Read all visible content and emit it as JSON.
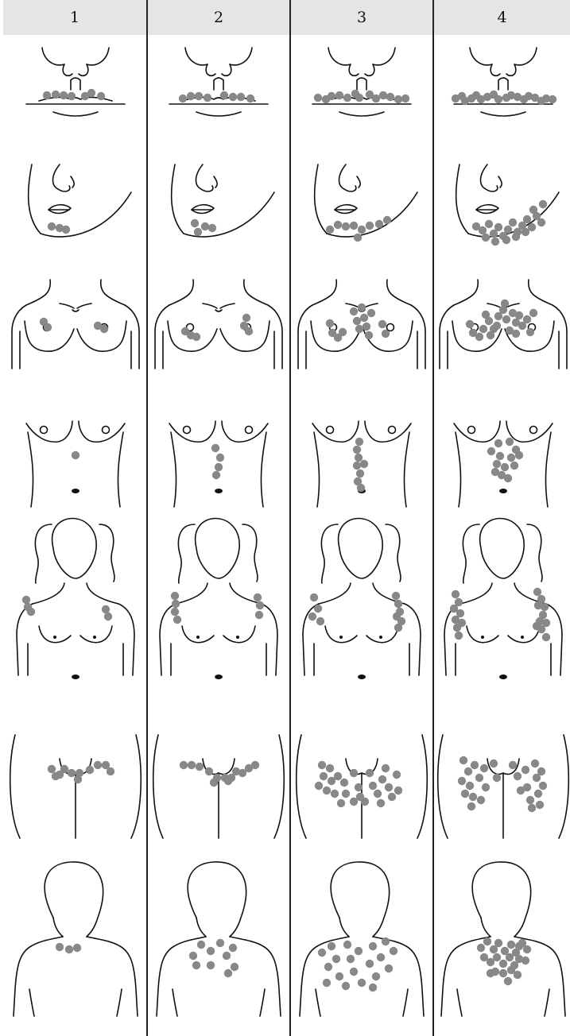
{
  "grades": [
    {
      "label": "1"
    },
    {
      "label": "2"
    },
    {
      "label": "3"
    },
    {
      "label": "4"
    }
  ],
  "regions": [
    {
      "id": "upper-lip",
      "spots": [
        [
          [
            -36,
            5
          ],
          [
            -25,
            4
          ],
          [
            -15,
            5
          ],
          [
            -5,
            6
          ],
          [
            12,
            6
          ],
          [
            20,
            2
          ],
          [
            32,
            6
          ]
        ],
        [
          [
            -45,
            9
          ],
          [
            -35,
            6
          ],
          [
            -25,
            6
          ],
          [
            -14,
            8
          ],
          [
            7,
            5
          ],
          [
            18,
            7
          ],
          [
            28,
            7
          ],
          [
            40,
            9
          ]
        ],
        [
          [
            -55,
            8
          ],
          [
            -45,
            10
          ],
          [
            -38,
            6
          ],
          [
            -28,
            5
          ],
          [
            -18,
            8
          ],
          [
            -8,
            3
          ],
          [
            -3,
            8
          ],
          [
            10,
            4
          ],
          [
            18,
            9
          ],
          [
            27,
            5
          ],
          [
            36,
            7
          ],
          [
            46,
            10
          ],
          [
            55,
            9
          ]
        ],
        [
          [
            -60,
            9
          ],
          [
            -52,
            6
          ],
          [
            -48,
            12
          ],
          [
            -40,
            9
          ],
          [
            -34,
            5
          ],
          [
            -28,
            10
          ],
          [
            -20,
            7
          ],
          [
            -12,
            4
          ],
          [
            -6,
            10
          ],
          [
            4,
            8
          ],
          [
            10,
            5
          ],
          [
            18,
            7
          ],
          [
            26,
            10
          ],
          [
            32,
            6
          ],
          [
            40,
            8
          ],
          [
            48,
            12
          ],
          [
            54,
            9
          ],
          [
            62,
            10
          ]
        ]
      ]
    },
    {
      "id": "chin",
      "spots": [
        [
          [
            -30,
            23
          ],
          [
            -20,
            25
          ],
          [
            -12,
            27
          ]
        ],
        [
          [
            -30,
            19
          ],
          [
            -26,
            30
          ],
          [
            -17,
            23
          ],
          [
            -8,
            25
          ]
        ],
        [
          [
            -40,
            27
          ],
          [
            -30,
            21
          ],
          [
            -20,
            23
          ],
          [
            -10,
            22
          ],
          [
            0,
            27
          ],
          [
            10,
            22
          ],
          [
            22,
            20
          ],
          [
            32,
            15
          ],
          [
            -5,
            37
          ]
        ],
        [
          [
            -34,
            23
          ],
          [
            -26,
            28
          ],
          [
            -18,
            20
          ],
          [
            -12,
            32
          ],
          [
            -6,
            24
          ],
          [
            0,
            35
          ],
          [
            6,
            27
          ],
          [
            12,
            18
          ],
          [
            18,
            30
          ],
          [
            24,
            22
          ],
          [
            30,
            14
          ],
          [
            36,
            24
          ],
          [
            42,
            10
          ],
          [
            48,
            18
          ],
          [
            -22,
            37
          ],
          [
            -10,
            42
          ],
          [
            4,
            40
          ],
          [
            16,
            36
          ],
          [
            28,
            30
          ],
          [
            38,
            2
          ],
          [
            50,
            -5
          ]
        ]
      ]
    },
    {
      "id": "chest",
      "spots": [
        [
          [
            -40,
            -7
          ],
          [
            -35,
            0
          ],
          [
            28,
            -2
          ],
          [
            36,
            2
          ]
        ],
        [
          [
            -42,
            5
          ],
          [
            -35,
            10
          ],
          [
            -28,
            12
          ],
          [
            35,
            -12
          ],
          [
            32,
            -2
          ],
          [
            38,
            5
          ]
        ],
        [
          [
            -40,
            -5
          ],
          [
            -37,
            7
          ],
          [
            -30,
            13
          ],
          [
            -24,
            6
          ],
          [
            -10,
            -20
          ],
          [
            -6,
            -8
          ],
          [
            -3,
            2
          ],
          [
            0,
            -25
          ],
          [
            3,
            -12
          ],
          [
            6,
            -1
          ],
          [
            9,
            10
          ],
          [
            12,
            -18
          ],
          [
            26,
            -4
          ],
          [
            30,
            8
          ]
        ],
        [
          [
            -42,
            -4
          ],
          [
            -38,
            7
          ],
          [
            -30,
            12
          ],
          [
            -25,
            2
          ],
          [
            -18,
            -8
          ],
          [
            -12,
            2
          ],
          [
            -6,
            -14
          ],
          [
            0,
            -22
          ],
          [
            4,
            -10
          ],
          [
            8,
            4
          ],
          [
            12,
            -18
          ],
          [
            16,
            -6
          ],
          [
            20,
            -15
          ],
          [
            24,
            -2
          ],
          [
            30,
            -10
          ],
          [
            34,
            6
          ],
          [
            -22,
            -16
          ],
          [
            -8,
            -2
          ],
          [
            2,
            -30
          ],
          [
            -16,
            10
          ],
          [
            38,
            -18
          ],
          [
            16,
            8
          ]
        ]
      ]
    },
    {
      "id": "abdomen",
      "spots": [
        [
          [
            0,
            -5
          ]
        ],
        [
          [
            -4,
            -14
          ],
          [
            2,
            -2
          ],
          [
            0,
            10
          ],
          [
            -3,
            20
          ]
        ],
        [
          [
            -3,
            -22
          ],
          [
            -6,
            -12
          ],
          [
            -4,
            -2
          ],
          [
            -6,
            8
          ],
          [
            -2,
            18
          ],
          [
            -5,
            28
          ],
          [
            -1,
            36
          ],
          [
            3,
            6
          ]
        ],
        [
          [
            -15,
            -10
          ],
          [
            -6,
            -20
          ],
          [
            8,
            -22
          ],
          [
            16,
            -12
          ],
          [
            10,
            -2
          ],
          [
            -4,
            -4
          ],
          [
            -8,
            6
          ],
          [
            2,
            10
          ],
          [
            14,
            8
          ],
          [
            20,
            -5
          ],
          [
            -2,
            20
          ],
          [
            6,
            24
          ],
          [
            -10,
            16
          ]
        ]
      ]
    },
    {
      "id": "arms-underarms",
      "spots": [
        [
          [
            -62,
            -15
          ],
          [
            -60,
            -6
          ],
          [
            -56,
            0
          ],
          [
            38,
            -3
          ],
          [
            41,
            6
          ]
        ],
        [
          [
            -55,
            -20
          ],
          [
            -54,
            -10
          ],
          [
            -55,
            0
          ],
          [
            -52,
            10
          ],
          [
            49,
            -18
          ],
          [
            52,
            -8
          ],
          [
            51,
            4
          ]
        ],
        [
          [
            -60,
            -18
          ],
          [
            -55,
            -4
          ],
          [
            -62,
            6
          ],
          [
            -52,
            12
          ],
          [
            43,
            -20
          ],
          [
            46,
            -10
          ],
          [
            48,
            0
          ],
          [
            44,
            6
          ],
          [
            50,
            12
          ],
          [
            46,
            20
          ]
        ],
        [
          [
            -60,
            -22
          ],
          [
            -56,
            -12
          ],
          [
            -62,
            -4
          ],
          [
            -54,
            2
          ],
          [
            -60,
            10
          ],
          [
            -52,
            14
          ],
          [
            -58,
            20
          ],
          [
            -56,
            30
          ],
          [
            43,
            -25
          ],
          [
            48,
            -16
          ],
          [
            52,
            -6
          ],
          [
            44,
            -8
          ],
          [
            50,
            4
          ],
          [
            46,
            12
          ],
          [
            54,
            14
          ],
          [
            48,
            22
          ],
          [
            54,
            32
          ],
          [
            42,
            18
          ]
        ]
      ]
    },
    {
      "id": "thighs",
      "spots": [
        [
          [
            -30,
            -17
          ],
          [
            -20,
            -10
          ],
          [
            -14,
            -17
          ],
          [
            -5,
            -12
          ],
          [
            5,
            -12
          ],
          [
            3,
            -4
          ],
          [
            18,
            -16
          ],
          [
            28,
            -22
          ],
          [
            38,
            -22
          ],
          [
            44,
            -14
          ],
          [
            -25,
            -8
          ]
        ],
        [
          [
            -44,
            -22
          ],
          [
            -34,
            -22
          ],
          [
            -24,
            -20
          ],
          [
            -12,
            -14
          ],
          [
            -2,
            -6
          ],
          [
            8,
            -6
          ],
          [
            12,
            -2
          ],
          [
            16,
            -6
          ],
          [
            22,
            -14
          ],
          [
            30,
            -12
          ],
          [
            38,
            -18
          ],
          [
            46,
            -22
          ],
          [
            -6,
            0
          ]
        ],
        [
          [
            -50,
            -22
          ],
          [
            -48,
            -8
          ],
          [
            -40,
            -18
          ],
          [
            -38,
            -2
          ],
          [
            -44,
            10
          ],
          [
            -34,
            14
          ],
          [
            -30,
            -8
          ],
          [
            -22,
            0
          ],
          [
            -20,
            14
          ],
          [
            -10,
            -12
          ],
          [
            -4,
            6
          ],
          [
            -2,
            18
          ],
          [
            10,
            -12
          ],
          [
            14,
            4
          ],
          [
            20,
            14
          ],
          [
            26,
            -4
          ],
          [
            30,
            -18
          ],
          [
            34,
            6
          ],
          [
            38,
            18
          ],
          [
            44,
            -10
          ],
          [
            46,
            10
          ],
          [
            -54,
            4
          ],
          [
            -26,
            26
          ],
          [
            -10,
            24
          ],
          [
            4,
            24
          ],
          [
            24,
            26
          ]
        ],
        [
          [
            -50,
            -28
          ],
          [
            -44,
            -14
          ],
          [
            -52,
            -2
          ],
          [
            -42,
            4
          ],
          [
            -48,
            14
          ],
          [
            -36,
            -22
          ],
          [
            -30,
            -6
          ],
          [
            -38,
            18
          ],
          [
            -24,
            -18
          ],
          [
            -22,
            6
          ],
          [
            -28,
            22
          ],
          [
            -12,
            -24
          ],
          [
            -8,
            -6
          ],
          [
            12,
            -22
          ],
          [
            18,
            -8
          ],
          [
            22,
            10
          ],
          [
            28,
            -16
          ],
          [
            30,
            6
          ],
          [
            34,
            22
          ],
          [
            40,
            -24
          ],
          [
            42,
            -6
          ],
          [
            44,
            14
          ],
          [
            48,
            -14
          ],
          [
            50,
            4
          ],
          [
            46,
            28
          ],
          [
            36,
            32
          ],
          [
            -40,
            30
          ]
        ]
      ]
    },
    {
      "id": "upper-back",
      "spots": [
        [
          [
            -20,
            7
          ],
          [
            -8,
            10
          ],
          [
            2,
            8
          ]
        ],
        [
          [
            -32,
            18
          ],
          [
            -22,
            4
          ],
          [
            -10,
            12
          ],
          [
            2,
            2
          ],
          [
            10,
            18
          ],
          [
            18,
            8
          ],
          [
            -10,
            30
          ],
          [
            -28,
            30
          ],
          [
            12,
            40
          ],
          [
            20,
            32
          ]
        ],
        [
          [
            -50,
            14
          ],
          [
            -42,
            32
          ],
          [
            -38,
            6
          ],
          [
            -32,
            22
          ],
          [
            -28,
            44
          ],
          [
            -18,
            4
          ],
          [
            -14,
            22
          ],
          [
            -10,
            38
          ],
          [
            -4,
            12
          ],
          [
            0,
            52
          ],
          [
            10,
            28
          ],
          [
            14,
            6
          ],
          [
            18,
            44
          ],
          [
            24,
            20
          ],
          [
            30,
            0
          ],
          [
            34,
            34
          ],
          [
            40,
            12
          ],
          [
            -20,
            56
          ],
          [
            14,
            58
          ],
          [
            -44,
            52
          ]
        ],
        [
          [
            -28,
            8
          ],
          [
            -20,
            0
          ],
          [
            -12,
            10
          ],
          [
            -6,
            2
          ],
          [
            2,
            12
          ],
          [
            10,
            4
          ],
          [
            16,
            14
          ],
          [
            24,
            2
          ],
          [
            30,
            10
          ],
          [
            -24,
            20
          ],
          [
            -16,
            26
          ],
          [
            -8,
            20
          ],
          [
            0,
            28
          ],
          [
            8,
            20
          ],
          [
            14,
            30
          ],
          [
            20,
            22
          ],
          [
            28,
            24
          ],
          [
            -10,
            38
          ],
          [
            0,
            40
          ],
          [
            10,
            36
          ],
          [
            18,
            42
          ],
          [
            -16,
            40
          ],
          [
            6,
            50
          ],
          [
            20,
            6
          ]
        ]
      ]
    }
  ]
}
